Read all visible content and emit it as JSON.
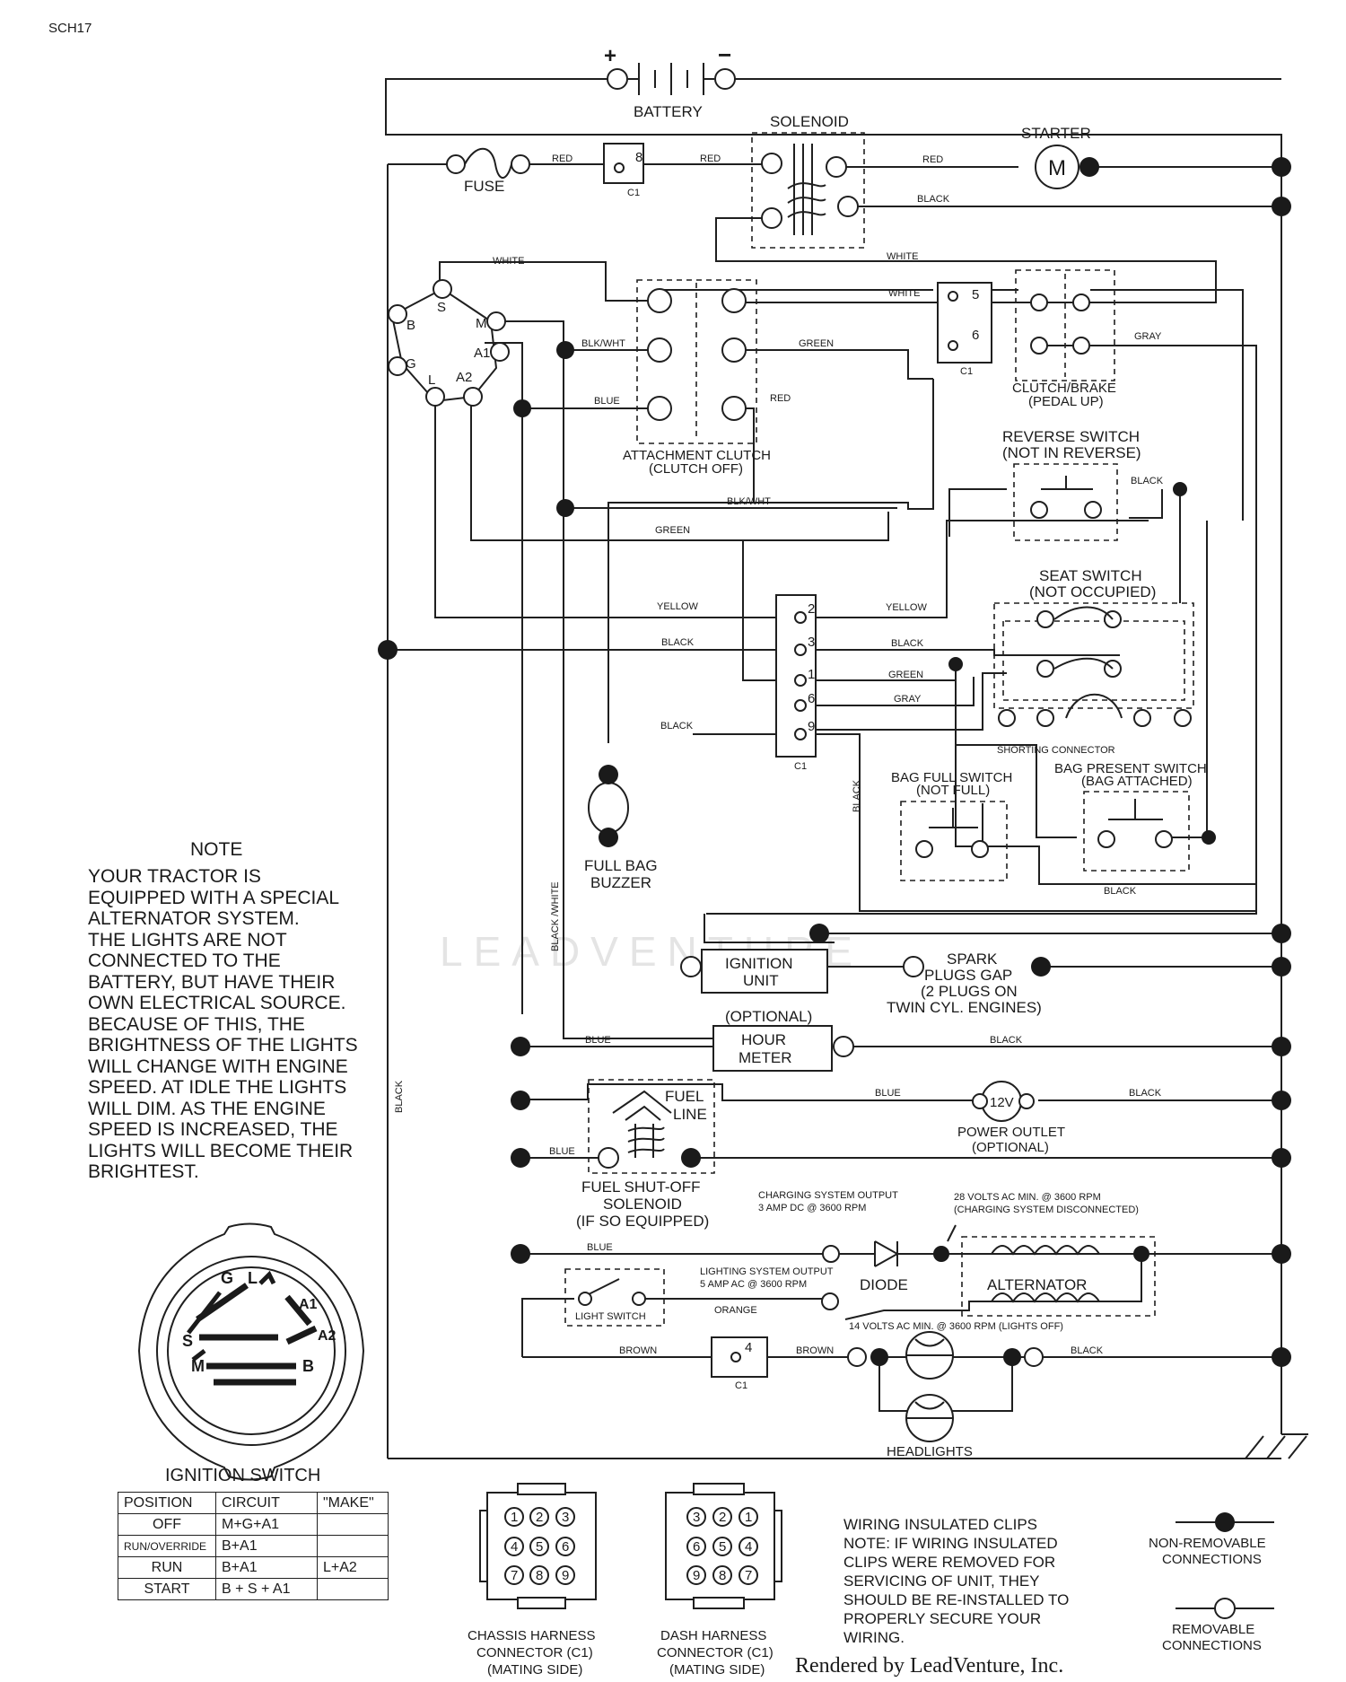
{
  "schematic_id": "SCH17",
  "components": {
    "battery": "BATTERY",
    "battery_pos": "+",
    "battery_neg": "−",
    "solenoid": "SOLENOID",
    "starter": "STARTER",
    "starter_motor": "M",
    "fuse": "FUSE",
    "attachment_clutch": [
      "ATTACHMENT CLUTCH",
      "(CLUTCH OFF)"
    ],
    "clutch_brake": [
      "CLUTCH/BRAKE",
      "(PEDAL UP)"
    ],
    "reverse_switch": [
      "REVERSE SWITCH",
      "(NOT IN REVERSE)"
    ],
    "seat_switch": [
      "SEAT SWITCH",
      "(NOT OCCUPIED)"
    ],
    "shorting_connector": "SHORTING CONNECTOR",
    "bag_full_switch": [
      "BAG FULL SWITCH",
      "(NOT FULL)"
    ],
    "bag_present_switch": [
      "BAG PRESENT SWITCH",
      "(BAG ATTACHED)"
    ],
    "full_bag_buzzer": [
      "FULL BAG",
      "BUZZER"
    ],
    "ignition_unit": [
      "IGNITION",
      "UNIT"
    ],
    "spark_plugs": [
      "SPARK",
      "PLUGS GAP",
      "(2 PLUGS ON",
      "TWIN CYL. ENGINES)"
    ],
    "hour_meter_optional": "(OPTIONAL)",
    "hour_meter": [
      "HOUR",
      "METER"
    ],
    "fuel_line": [
      "FUEL",
      "LINE"
    ],
    "power_outlet": [
      "POWER OUTLET",
      "(OPTIONAL)"
    ],
    "power_outlet_rating": "12V",
    "fuel_solenoid": [
      "FUEL SHUT-OFF",
      "SOLENOID",
      "(IF SO EQUIPPED)"
    ],
    "charging_output": [
      "CHARGING SYSTEM OUTPUT",
      "3 AMP DC @ 3600 RPM"
    ],
    "volts_28": [
      "28 VOLTS AC MIN. @ 3600 RPM",
      "(CHARGING SYSTEM DISCONNECTED)"
    ],
    "lighting_output": [
      "LIGHTING SYSTEM OUTPUT",
      "5 AMP AC @ 3600 RPM"
    ],
    "diode": "DIODE",
    "alternator": "ALTERNATOR",
    "volts_14": "14 VOLTS AC MIN. @ 3600 RPM (LIGHTS OFF)",
    "light_switch": "LIGHT SWITCH",
    "headlights": "HEADLIGHTS",
    "connector_c1": "C1"
  },
  "pins": {
    "ignition": [
      "B",
      "S",
      "M",
      "A1",
      "A2",
      "L",
      "G"
    ],
    "c1_top": [
      "8"
    ],
    "c1_clutch": [
      "5",
      "6"
    ],
    "c1_main": [
      "2",
      "3",
      "1",
      "6",
      "9"
    ],
    "c1_bottom": [
      "4"
    ]
  },
  "wires": {
    "red": "RED",
    "black": "BLACK",
    "white": "WHITE",
    "blk_wht": "BLK/WHT",
    "blue": "BLUE",
    "green": "GREEN",
    "gray": "GRAY",
    "yellow": "YELLOW",
    "orange": "ORANGE",
    "brown": "BROWN",
    "black_white": "BLACK /WHITE"
  },
  "note": {
    "title": "NOTE",
    "text": "YOUR TRACTOR IS\nEQUIPPED WITH A SPECIAL\nALTERNATOR SYSTEM.\nTHE LIGHTS ARE NOT\nCONNECTED TO THE\nBATTERY, BUT HAVE THEIR\nOWN ELECTRICAL SOURCE.\nBECAUSE OF THIS, THE\nBRIGHTNESS OF THE LIGHTS\nWILL CHANGE WITH ENGINE\nSPEED.  AT IDLE THE LIGHTS\nWILL DIM.  AS THE ENGINE\nSPEED IS INCREASED,  THE\nLIGHTS WILL BECOME THEIR\nBRIGHTEST."
  },
  "ignition_switch": {
    "title": "IGNITION SWITCH",
    "face_labels": [
      "G",
      "L",
      "A1",
      "S",
      "A2",
      "M",
      "B"
    ],
    "headers": [
      "POSITION",
      "CIRCUIT",
      "\"MAKE\""
    ],
    "rows": [
      [
        "OFF",
        "M+G+A1",
        ""
      ],
      [
        "RUN/OVERRIDE",
        "B+A1",
        ""
      ],
      [
        "RUN",
        "B+A1",
        "L+A2"
      ],
      [
        "START",
        "B + S + A1",
        ""
      ]
    ]
  },
  "connectors": {
    "chassis": [
      "CHASSIS HARNESS",
      "CONNECTOR (C1)",
      "(MATING SIDE)"
    ],
    "chassis_pins": [
      "1",
      "2",
      "3",
      "4",
      "5",
      "6",
      "7",
      "8",
      "9"
    ],
    "dash": [
      "DASH HARNESS",
      "CONNECTOR (C1)",
      "(MATING SIDE)"
    ],
    "dash_pins": [
      "3",
      "2",
      "1",
      "6",
      "5",
      "4",
      "9",
      "8",
      "7"
    ]
  },
  "legend": {
    "clips_title": "WIRING INSULATED CLIPS",
    "clips_note": [
      "NOTE: IF WIRING INSULATED",
      "CLIPS WERE REMOVED FOR",
      "SERVICING OF UNIT, THEY",
      "SHOULD BE RE-INSTALLED TO",
      "PROPERLY SECURE YOUR",
      "WIRING."
    ],
    "non_removable": [
      "NON-REMOVABLE",
      "CONNECTIONS"
    ],
    "removable": [
      "REMOVABLE",
      "CONNECTIONS"
    ]
  },
  "watermark": "LEADVENTURE",
  "credit": "Rendered by LeadVenture, Inc."
}
